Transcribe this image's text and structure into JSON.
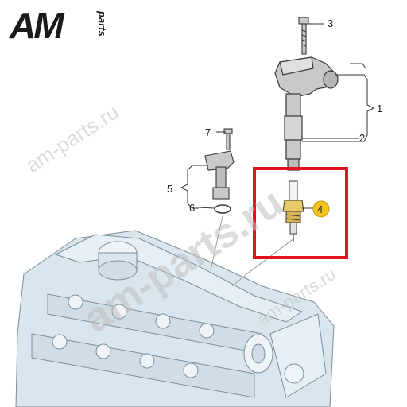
{
  "logo": {
    "mark": "AM",
    "sub": "parts"
  },
  "watermark": {
    "text": "am-parts.ru"
  },
  "callouts": [
    {
      "id": "1",
      "label": "1"
    },
    {
      "id": "2",
      "label": "2"
    },
    {
      "id": "3",
      "label": "3"
    },
    {
      "id": "4",
      "label": "4"
    },
    {
      "id": "5",
      "label": "5"
    },
    {
      "id": "6",
      "label": "6"
    },
    {
      "id": "7",
      "label": "7"
    }
  ],
  "colors": {
    "highlight_box": "#e0141e",
    "logo": "#1a1a1a",
    "engine_fill": "#d9e6ee",
    "engine_line": "#7d8e99",
    "part_fill": "#c9c9c9",
    "part_line": "#3a3a3a",
    "plug_fill": "#e8c96a",
    "badge_fill": "#f0c419"
  }
}
